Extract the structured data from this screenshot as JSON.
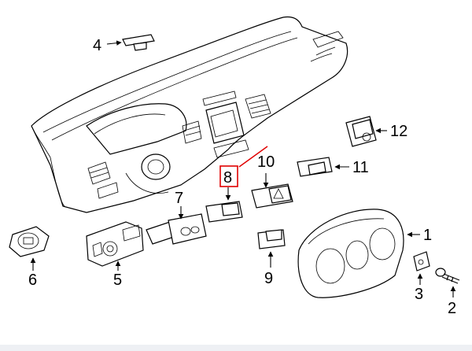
{
  "callouts": {
    "c1": "1",
    "c2": "2",
    "c3": "3",
    "c4": "4",
    "c5": "5",
    "c6": "6",
    "c7": "7",
    "c8": "8",
    "c9": "9",
    "c10": "10",
    "c11": "11",
    "c12": "12"
  },
  "highlight": {
    "callout": "8",
    "color": "#e00000"
  }
}
